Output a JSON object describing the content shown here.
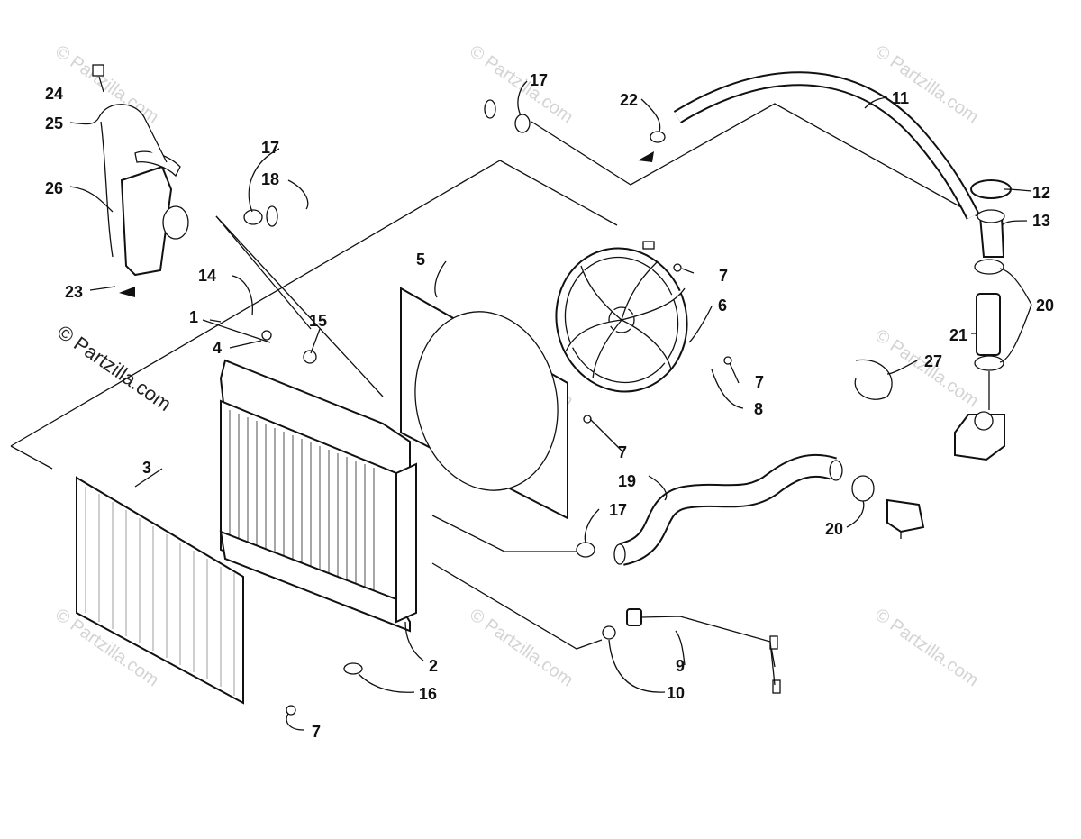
{
  "watermarks": {
    "main": "© Partzilla.com",
    "tile": "© Partzilla.com"
  },
  "callouts": [
    {
      "id": "1",
      "label": "1"
    },
    {
      "id": "2",
      "label": "2"
    },
    {
      "id": "3",
      "label": "3"
    },
    {
      "id": "4",
      "label": "4"
    },
    {
      "id": "5",
      "label": "5"
    },
    {
      "id": "6",
      "label": "6"
    },
    {
      "id": "7a",
      "label": "7"
    },
    {
      "id": "7b",
      "label": "7"
    },
    {
      "id": "7c",
      "label": "7"
    },
    {
      "id": "7d",
      "label": "7"
    },
    {
      "id": "8",
      "label": "8"
    },
    {
      "id": "9",
      "label": "9"
    },
    {
      "id": "10",
      "label": "10"
    },
    {
      "id": "11",
      "label": "11"
    },
    {
      "id": "12",
      "label": "12"
    },
    {
      "id": "13",
      "label": "13"
    },
    {
      "id": "14",
      "label": "14"
    },
    {
      "id": "15",
      "label": "15"
    },
    {
      "id": "16",
      "label": "16"
    },
    {
      "id": "17a",
      "label": "17"
    },
    {
      "id": "17b",
      "label": "17"
    },
    {
      "id": "17c",
      "label": "17"
    },
    {
      "id": "18",
      "label": "18"
    },
    {
      "id": "19",
      "label": "19"
    },
    {
      "id": "20a",
      "label": "20"
    },
    {
      "id": "20b",
      "label": "20"
    },
    {
      "id": "21",
      "label": "21"
    },
    {
      "id": "22",
      "label": "22"
    },
    {
      "id": "23",
      "label": "23"
    },
    {
      "id": "24",
      "label": "24"
    },
    {
      "id": "25",
      "label": "25"
    },
    {
      "id": "26",
      "label": "26"
    },
    {
      "id": "27",
      "label": "27"
    }
  ],
  "colors": {
    "ink": "#111111",
    "watermark": "#d4d4d4",
    "background": "#ffffff"
  }
}
